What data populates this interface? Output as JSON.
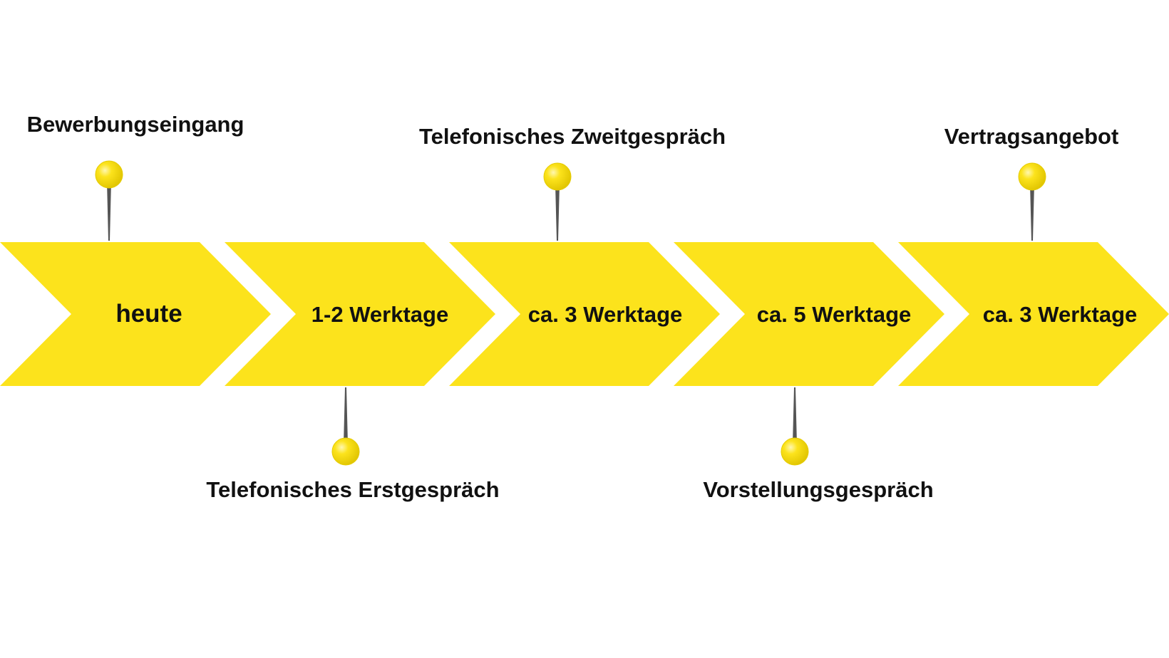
{
  "colors": {
    "chevron": "#FCE31C",
    "pin_head": "#FCE31C",
    "pin_needle": "#555555",
    "text": "#111111"
  },
  "steps": [
    {
      "label": "heute"
    },
    {
      "label": "1-2 Werktage"
    },
    {
      "label": "ca. 3 Werktage"
    },
    {
      "label": "ca. 5 Werktage"
    },
    {
      "label": "ca. 3 Werktage"
    }
  ],
  "milestones": [
    {
      "label": "Bewerbungseingang",
      "position": "above",
      "icon": "pin-icon"
    },
    {
      "label": "Telefonisches Erstgespräch",
      "position": "below",
      "icon": "pin-icon"
    },
    {
      "label": "Telefonisches Zweitgespräch",
      "position": "above",
      "icon": "pin-icon"
    },
    {
      "label": "Vorstellungsgespräch",
      "position": "below",
      "icon": "pin-icon"
    },
    {
      "label": "Vertragsangebot",
      "position": "above",
      "icon": "pin-icon"
    }
  ]
}
